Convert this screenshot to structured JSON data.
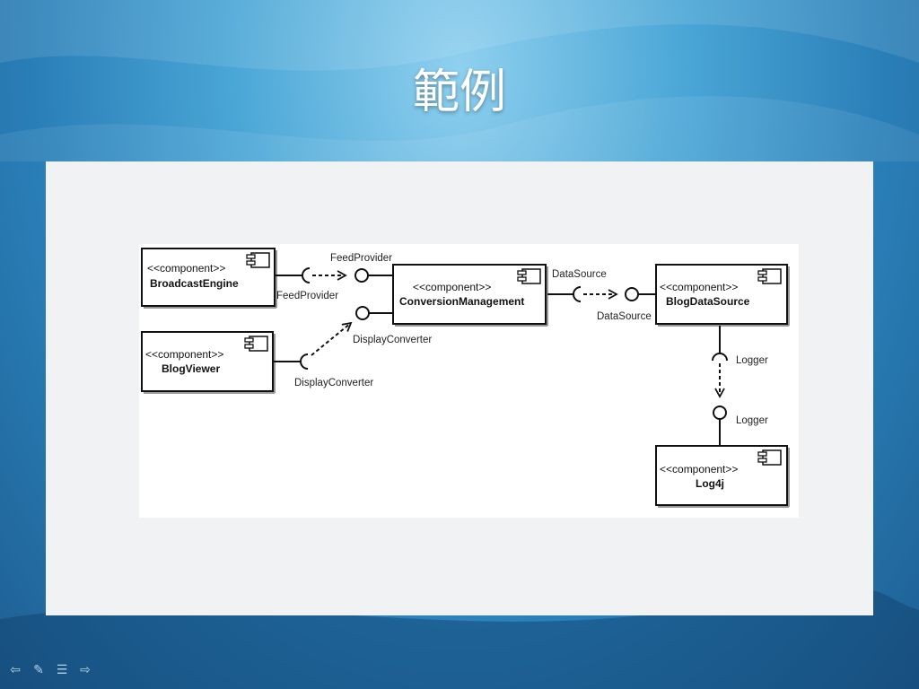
{
  "slide": {
    "title": "範例"
  },
  "diagram": {
    "stereotype": "<<component>>",
    "components": {
      "broadcast_engine": "BroadcastEngine",
      "blog_viewer": "BlogViewer",
      "conversion_management": "ConversionManagement",
      "blog_data_source": "BlogDataSource",
      "log4j": "Log4j"
    },
    "interfaces": {
      "feed_provider_provided": "FeedProvider",
      "feed_provider_required": "FeedProvider",
      "display_converter_provided": "DisplayConverter",
      "display_converter_required": "DisplayConverter",
      "data_source_required": "DataSource",
      "data_source_provided": "DataSource",
      "logger_required": "Logger",
      "logger_provided": "Logger"
    }
  },
  "navigation": {
    "icons": [
      "arrow-left-icon",
      "pen-icon",
      "menu-icon",
      "arrow-right-icon"
    ]
  }
}
